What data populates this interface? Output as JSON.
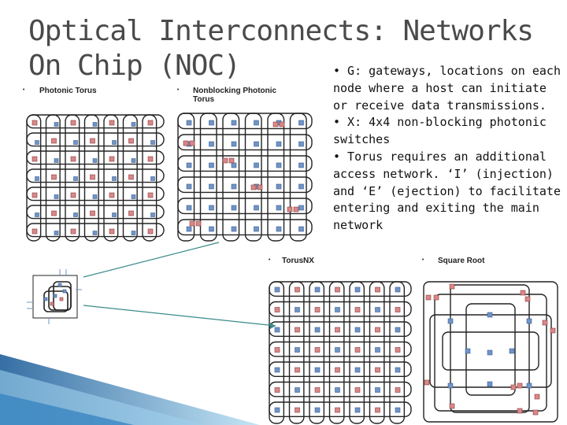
{
  "title_line1": "Optical Interconnects: Networks",
  "title_line2": "On Chip (NOC)",
  "bullets": [
    "• G: gateways, locations on each node where a host can initiate or receive data transmissions.",
    "• X: 4x4 non-blocking photonic switches",
    "• Torus requires an additional access network. ‘I’ (injection) and ‘E’ (ejection) to facilitate entering and exiting the main network"
  ],
  "diagrams": {
    "photonic_torus": "Photonic Torus",
    "nonblocking_line1": "Nonblocking Photonic",
    "nonblocking_line2": "Torus",
    "torusnx": "TorusNX",
    "square_root": "Square Root"
  },
  "colors": {
    "switch": "#6f95c8",
    "gateway": "#d98888",
    "line": "#222222",
    "connector": "#3a8a8a",
    "stripe": "#4aa3d6"
  }
}
